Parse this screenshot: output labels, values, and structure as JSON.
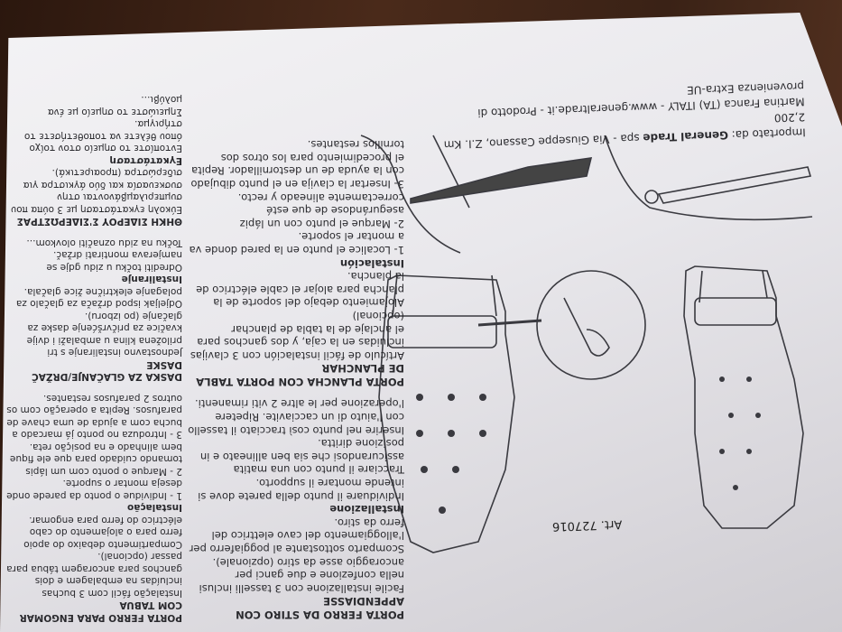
{
  "header": {
    "line1_prefix": "Importato da: ",
    "brand": "General Trade",
    "line1_rest": " spa - Via Giuseppe Cassano, Z.I. Km 2,200",
    "line2": "Martina Franca (TA) ITALY - www.generaltrade.it - Prodotto di provenienza Extra-UE"
  },
  "article": "Art. 727016",
  "italian": {
    "title": "PORTA FERRO DA STIRO CON APPENDIASSE",
    "lines": [
      "Facile installazione con 3 tasselli inclusi nella confezione e due ganci per ancoraggio asse da stiro (opzionale).",
      "Scomparto sottostante al poggiaferro per l'alloggiamento del cavo elettrico del ferro da stiro."
    ],
    "subtitle": "Installazione",
    "steps": [
      "Individuare il punto della parete dove si intende montare il supporto.",
      "Tracciare il punto con una matita assicurandosi che sia ben allineato e in posizione diritta.",
      "Inserire nel punto così tracciato il tassello con l'aiuto di un cacciavite. Ripetere l'operazione per le altre 2 viti rimanenti."
    ]
  },
  "spanish": {
    "title": "PORTA PLANCHA CON PORTA TABLA DE PLANCHAR",
    "lines": [
      "Artículo de fácil instalación con 3 clavijas incluidas en la caja, y dos ganchos para el anclaje de la tabla de planchar (opcional)",
      "Alojamiento debajo del soporte de la plancha para alojar el cable eléctrico de la plancha."
    ],
    "subtitle": "Instalación",
    "steps": [
      "1- Localice el punto en la pared donde va a montar el soporte.",
      "2- Marque el punto con un lápiz asegurándose de que esté correctamente alineado y recto.",
      "3- Insertar la clavija en el punto dibujado con la ayuda de un destornillador. Repita el procedimiento para los otros dos tornillos restantes."
    ]
  },
  "portuguese": {
    "title": "PORTA FERRO PARA ENGOMAR COM TABUA",
    "lines": [
      "Instalação fácil com 3 buchas incluídas na embalagem e dois ganchos para ancoragem tábua para passar (opcional).",
      "Compartimento debaixo do apoio ferro para o alojamento do cabo eléctrico do ferro para engomar."
    ],
    "subtitle": "Instalação",
    "steps": [
      "1 - Individue o ponto da parede onde deseja montar o suporte.",
      "2 - Marque o ponto com um lápis tomando cuidado para que ele fique bem alinhado e na posição reta.",
      "3 - Introduza no ponto já marcado a bucha com a ajuda de uma chave de parafusos. Repita a operação com os outros 2 parafusos restantes."
    ]
  },
  "croatian": {
    "title": "DASKA ZA GLAČANJE/DRŽAČ DASKE",
    "lines": [
      "Jednostavno instaliranje s tri priložena klina u ambalaži i dvije kvačice za pričvršćenje daske za glačanje (po izboru).",
      "Odjeljak ispod držača za glačalo za polaganje električne žice glačala."
    ],
    "subtitle": "Instaliranje",
    "steps": [
      "Odrediti točku u zidu gdje se namjerava montirati držač.",
      "Točku na zidu označiti olovkom..."
    ]
  },
  "greek": {
    "title": "ΘΗΚΗ ΣΙΔΕΡΟΥ Σ'ΣΙΔΕΡΩΣΤΡΑΣ",
    "lines": [
      "Εύκολη εγκατάσταση με 3 ούπα που συμπεριλαμβάνονται στην συσκευασία και δύο άγκιστρα για σιδερώστρα (προαιρετικά)."
    ],
    "subtitle": "Εγκατάσταση",
    "steps": [
      "Εντοπίστε το σημείο στον τοίχο όπου θέλετε να τοποθετήσετε το στήριγμα.",
      "Σημειώστε το σημείο με ένα μολύβι..."
    ]
  }
}
